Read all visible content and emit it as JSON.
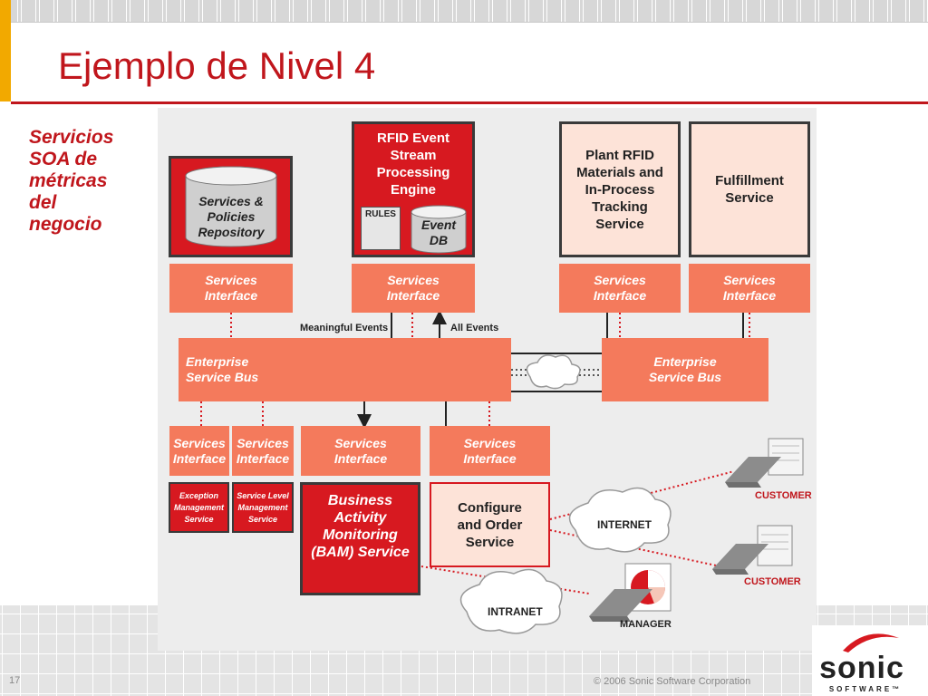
{
  "slide": {
    "title": "Ejemplo de Nivel 4",
    "caption": "Servicios\nSOA de\nmétricas\ndel\nnegocio",
    "page_number": "17",
    "copyright": "© 2006 Sonic Software Corporation",
    "logo_word": "sonic",
    "logo_sub": "SOFTWARE™"
  },
  "diagram": {
    "repository": "Services &\nPolicies\nRepository",
    "rfid_engine": "RFID Event\nStream\nProcessing\nEngine",
    "rules": "RULES",
    "event_db": "Event\nDB",
    "plant_rfid": "Plant RFID\nMaterials and\nIn-Process\nTracking\nService",
    "fulfillment": "Fulfillment\nService",
    "services_interface": "Services\nInterface",
    "meaningful_events": "Meaningful Events",
    "all_events": "All Events",
    "esb": "Enterprise\nService Bus",
    "exception_mgmt": "Exception\nManagement\nService",
    "service_level_mgmt": "Service Level\nManagement\nService",
    "bam": "Business\nActivity\nMonitoring\n(BAM) Service",
    "configure_order": "Configure\nand Order\nService",
    "internet": "INTERNET",
    "intranet": "INTRANET",
    "customer": "CUSTOMER",
    "manager": "MANAGER"
  },
  "colors": {
    "title_red": "#c0161c",
    "box_red": "#d71920",
    "interface_salmon": "#f47a5c",
    "pale_box": "#fde3d8",
    "accent_gold": "#f2a900"
  }
}
